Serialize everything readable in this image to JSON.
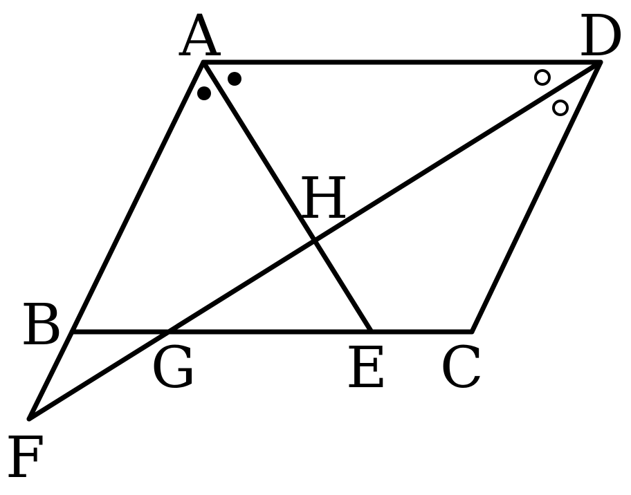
{
  "figure": {
    "points": {
      "A": "A",
      "B": "B",
      "C": "C",
      "D": "D",
      "E": "E",
      "F": "F",
      "G": "G",
      "H": "H"
    },
    "colors": {
      "stroke": "#000000",
      "background": "#ffffff"
    }
  }
}
